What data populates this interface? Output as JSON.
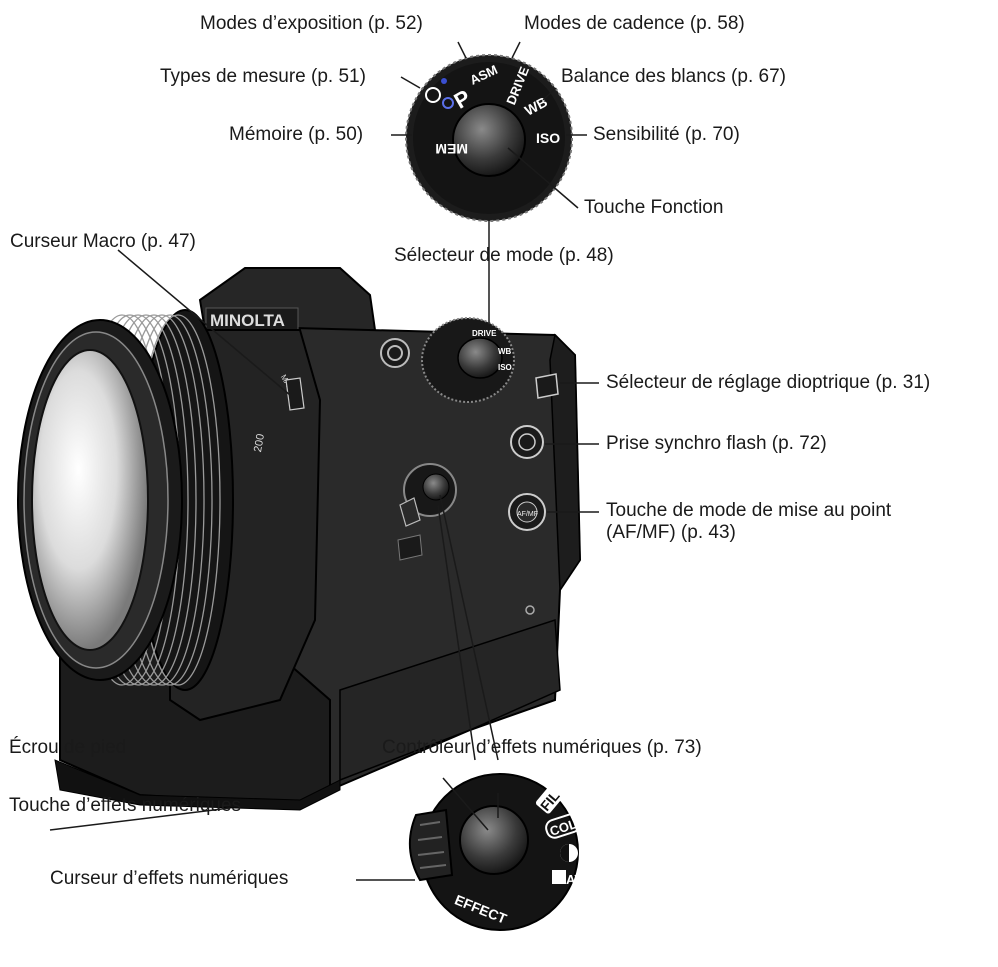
{
  "labels": {
    "exposure_modes": "Modes d’exposition (p. 52)",
    "drive_modes": "Modes de cadence (p. 58)",
    "metering_types": "Types de mesure (p. 51)",
    "white_balance": "Balance des blancs (p. 67)",
    "memory": "Mémoire (p. 50)",
    "sensitivity": "Sensibilité (p. 70)",
    "function_button": "Touche Fonction",
    "macro_slider": "Curseur Macro (p. 47)",
    "mode_selector": "Sélecteur de mode (p. 48)",
    "diopter_selector": "Sélecteur de réglage dioptrique (p. 31)",
    "flash_sync": "Prise synchro flash (p. 72)",
    "focus_mode_button_line1": "Touche de mode de mise au point",
    "focus_mode_button_line2": "(AF/MF) (p. 43)",
    "tripod_socket": "Écrou de pied",
    "digital_effects_controller": "Contrôleur d’effets numériques (p. 73)",
    "digital_effects_button": "Touche d’effets numériques",
    "digital_effects_slider": "Curseur d’effets numériques"
  },
  "mode_dial": {
    "drive": "DRIVE",
    "wb": "WB",
    "iso": "ISO",
    "mem": "MEM",
    "pasm_p": "P",
    "pasm_asm": "ASM"
  },
  "effect_dial": {
    "effect": "EFFECT",
    "fil": "FIL",
    "col": "COL",
    "av": "AV"
  },
  "camera": {
    "brand": "MINOLTA",
    "macro": "MACRO",
    "focal_200": "200",
    "af_mf": "AF/MF"
  },
  "colors": {
    "body": "#2b2b2b",
    "dark": "#121212",
    "line": "#1a1a1a"
  }
}
